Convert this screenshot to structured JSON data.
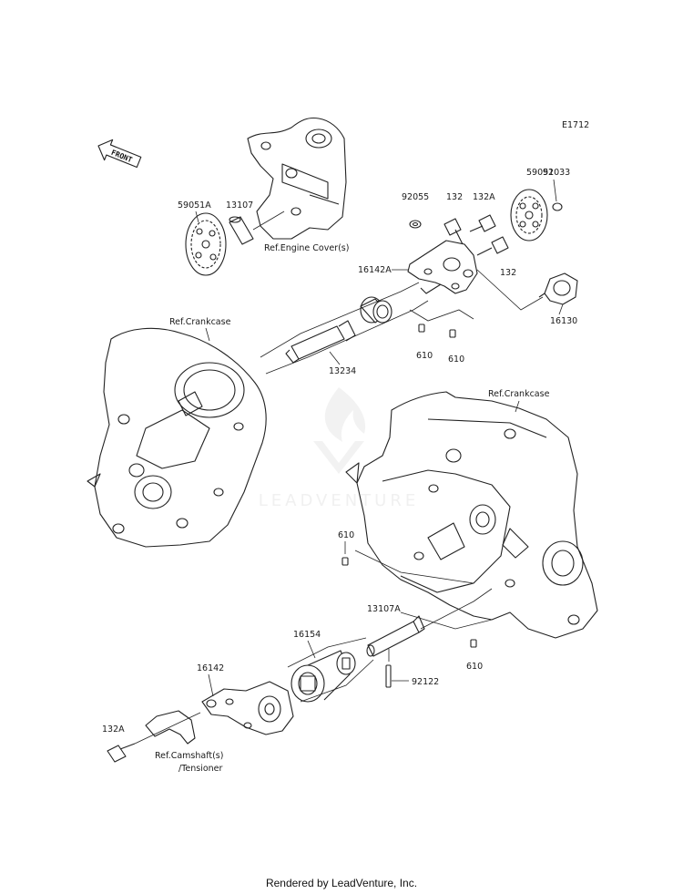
{
  "diagram": {
    "code": "E1712",
    "front_label": "FRONT",
    "watermark_text": "LEADVENTURE",
    "parts": {
      "p59051A": "59051A",
      "p13107": "13107",
      "p92055": "92055",
      "p132_top": "132",
      "p132A_top": "132A",
      "p59051": "59051",
      "p92033": "92033",
      "p16142A": "16142A",
      "p132_right": "132",
      "p16130": "16130",
      "p610_a": "610",
      "p610_b": "610",
      "p13234": "13234",
      "p610_c": "610",
      "p610_d": "610",
      "p13107A": "13107A",
      "p16154": "16154",
      "p92122": "92122",
      "p16142": "16142",
      "p132A_bottom": "132A"
    },
    "refs": {
      "engine_cover": "Ref.Engine Cover(s)",
      "crankcase_left": "Ref.Crankcase",
      "crankcase_right": "Ref.Crankcase",
      "camshaft_line1": "Ref.Camshaft(s)",
      "camshaft_line2": "/Tensioner"
    }
  },
  "footer": {
    "text": "Rendered by LeadVenture, Inc."
  }
}
